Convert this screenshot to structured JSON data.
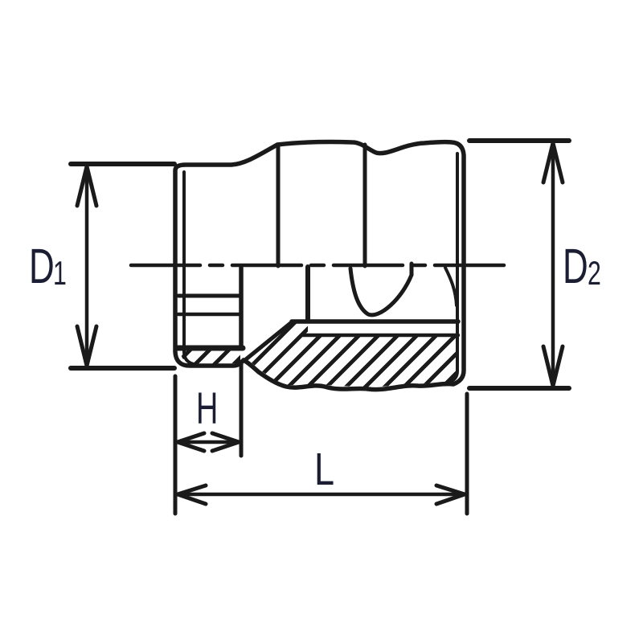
{
  "drawing": {
    "labels": {
      "d1": {
        "main": "D",
        "sub": "1"
      },
      "d2": {
        "main": "D",
        "sub": "2"
      },
      "h": {
        "main": "H"
      },
      "l": {
        "main": "L"
      }
    },
    "colors": {
      "line": "#1a1a1a",
      "label": "#1b1d33",
      "background": "#ffffff"
    }
  }
}
